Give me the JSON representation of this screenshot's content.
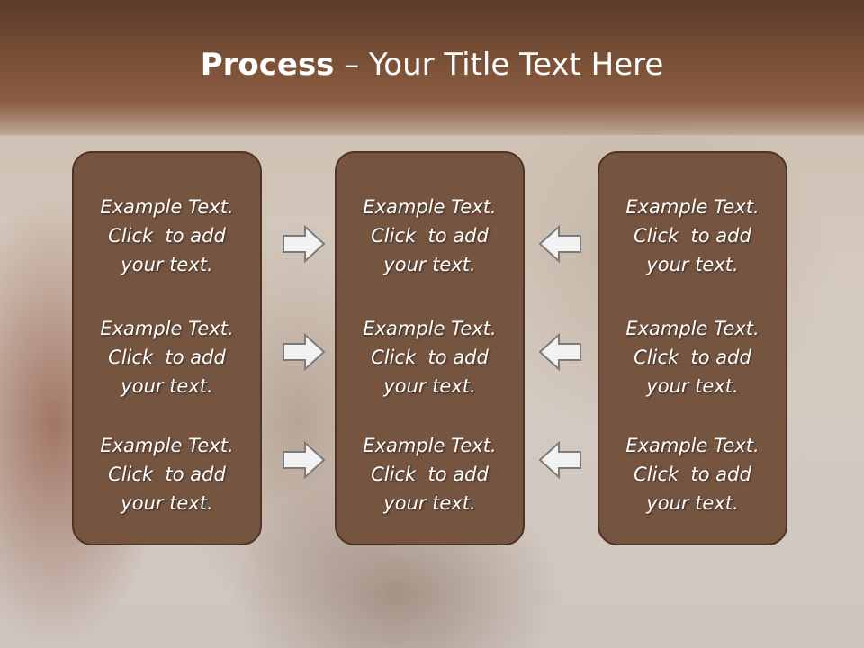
{
  "title": {
    "bold": "Process",
    "rest": " – Your Title Text Here"
  },
  "columns": [
    {
      "items": [
        {
          "line1": "Example Text.",
          "line2": "Click  to add",
          "line3": "your text."
        },
        {
          "line1": "Example Text.",
          "line2": "Click  to add",
          "line3": "your text."
        },
        {
          "line1": "Example Text.",
          "line2": "Click  to add",
          "line3": "your text."
        }
      ]
    },
    {
      "items": [
        {
          "line1": "Example Text.",
          "line2": "Click  to add",
          "line3": "your text."
        },
        {
          "line1": "Example Text.",
          "line2": "Click  to add",
          "line3": "your text."
        },
        {
          "line1": "Example Text.",
          "line2": "Click  to add",
          "line3": "your text."
        }
      ]
    },
    {
      "items": [
        {
          "line1": "Example Text.",
          "line2": "Click  to add",
          "line3": "your text."
        },
        {
          "line1": "Example Text.",
          "line2": "Click  to add",
          "line3": "your text."
        },
        {
          "line1": "Example Text.",
          "line2": "Click  to add",
          "line3": "your text."
        }
      ]
    }
  ],
  "arrows": {
    "left_group": [
      "right-arrow-icon",
      "right-arrow-icon",
      "right-arrow-icon"
    ],
    "right_group": [
      "left-arrow-icon",
      "left-arrow-icon",
      "left-arrow-icon"
    ]
  },
  "colors": {
    "box_fill": "#755440",
    "box_border": "#4d3424",
    "title_band": "#7a5037",
    "text": "#ffffff"
  }
}
